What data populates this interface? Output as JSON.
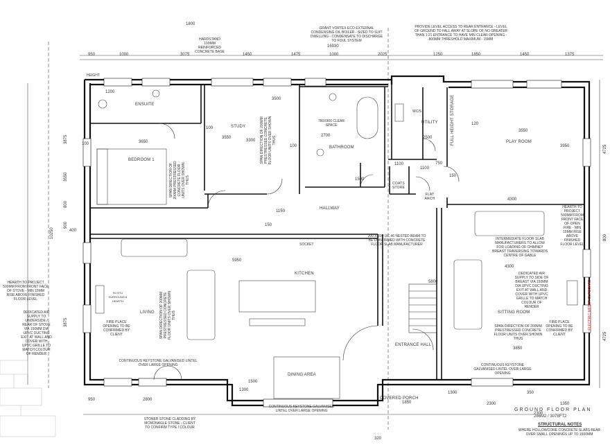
{
  "plan": {
    "title": "GROUND FLOOR PLAN",
    "subtitle": "286M2 / 3078FT2",
    "structural_heading": "STRUCTURAL NOTES",
    "structural_text": "WHERE HOLLOWCORE CONCRETE SLABS BEAR OVER SMALL OPENINGS UP TO 1500MM"
  },
  "rooms": {
    "ensuite": "ENSUITE",
    "bedroom": "BEDROOM 1",
    "study": "STUDY",
    "bathroom": "BATHROOM",
    "utility": "UTILITY",
    "full_height_storage": "FULL HEIGHT STORAGE",
    "play_room": "PLAY ROOM",
    "hallway": "HALLWAY",
    "coats_store": "COATS STORE",
    "flat_arch": "FLAT ARCH",
    "kitchen": "KITCHEN",
    "living": "LIVING",
    "dining": "DINING AREA",
    "entrance_hall": "ENTRANCE HALL",
    "sitting_room": "SITTING ROOM",
    "covered_porch": "COVERED PORCH"
  },
  "notes": {
    "boiler": "GRANT VORTEX ECO EXTERNAL CONDENSING OIL BOILER - SIZED TO SUIT DWELLING - CONDENSATE TO DISCHARGE TO FOUL SYSTEM",
    "level_access": "PROVIDE LEVEL ACCESS TO REAR ENTRANCE - LEVEL OF GROUND TO FALL AWAY AT SLOPE OF NO GREATER THAN 1:21 ENTRANCE TO HAVE MIN CLEAR OPENING - 800MM THRESHOLD MAXIMUM - 15MM",
    "hardstand": "HARDSTAND 100MM REINFORCED CONCRETE BASE",
    "clear_space": "780X900 CLEAR SPACE",
    "beam": "200 X 200 UC 46 NESTED BEAM TO BE CONFIRMED WITH CONCRETE FLOOR SLAB MANUFACTURER",
    "hearth_right": "HEARTH TO PROJECT 500MM FROM FRONT FACE OF OPEN FIRE - MIN 15MM RISE ABOVE FINISHED FLOOR LEVEL",
    "hearth_left": "HEARTH TO PROJECT 500MM FROM FRONT FACE OF STOVE - MIN 15MM RISE ABOVE FINISHED FLOOR LEVEL",
    "intermediate_slab": "INTERMEDIATE FLOOR SLAB MANUFACTURERS TO ALLOW FOR LOADING OF CHIMNEY BREAST TRAVERSING TOWARDS CENTRE OF GABLE",
    "air_supply_right": "DEDICATED AIR SUPPLY TO SIDE OF BREAST VIA 150MM DIA UPVC DUCTING EXIT AT WALL AND COVER WITH UPVC GRILLE TO MATCH COLOUR OF RENDER",
    "air_supply_left": "DEDICATED AIR SUPPLY TO UNDERSIDE / REAR OF STOVE VIA 150MM DIA UPVC DUCTING EXIT AT WALL AND COVER WITH UPVC GRILLE TO MATCH COLOUR OF RENDER",
    "fireplace_left": "FIRE PLACE OPENING TO BE CONFIRMED BY CLIENT",
    "fireplace_right": "FIRE PLACE OPENING TO BE CONFIRMED BY CLIENT",
    "lintel_left": "CONTINUOUS KEYSTONE GALVANISED LINTEL OVER LARGE OPENING",
    "lintel_center": "CONTINUOUS KEYSTONE GALVANISED LINTEL OVER LARGE OPENING",
    "lintel_right": "CONTINUOUS KEYSTONE GALVANISED LINTEL OVER LARGE OPENING",
    "span_bedroom": "SPAN DIRECTION OF 200MM PRESTRESSED CONCRETE FLOOR UNITS OVER SHOWN THUS",
    "span_study": "SPAN DIRECTION OF 200MM PRESTRESSED CONCRETE FLOOR UNITS OVER SHOWN THUS",
    "span_living": "SPAN DIRECTION OF 200MM PRESTRESSED CONCRETE FLOOR UNITS OVER SHOWN THUS",
    "span_sitting": "SPAN DIRECTION OF 200MM PRESTRESSED CONCRETE FLOOR UNITS OVER SHOWN THUS",
    "stone_cladding": "STONER STONE CLADDING BY MCMONAGLE STONE - CLIENT TO CONFIRM TYPE / COLOUR",
    "meter_cupboard": "ELECTRIC METER CUPBOARD",
    "surround": "IN-SITU SURROUND & HEARTH"
  },
  "tags": {
    "height": "HEIGHT",
    "wc": "WC/S",
    "socket": "SOCKET"
  },
  "dims": {
    "top1": "1800",
    "top_950": "950",
    "top_1000": "1000",
    "top_3075": "3075",
    "top_1450": "1450",
    "top_1475": "1475",
    "top_1000b": "1000",
    "top_2025": "2025",
    "top_16930": "16930",
    "top_1250": "1250",
    "top_1850": "1850",
    "top_1450b": "1450",
    "top_1375": "1375",
    "d1200": "1200",
    "d100a": "100",
    "d3500": "3500",
    "d3550": "3550",
    "d3300": "3300",
    "d100b": "100",
    "d100c": "100",
    "d3650": "3650",
    "d2700": "2700",
    "d1500": "1500",
    "d1100a": "1100",
    "d1100b": "1100",
    "d750": "750",
    "d2500": "2500",
    "d120": "120",
    "d3550b": "3550",
    "d3950": "3950",
    "d4300": "4300",
    "d1150": "1150",
    "d150a": "150",
    "d150b": "150",
    "d5950": "5950",
    "d4300b": "4300",
    "d5800": "5800",
    "d1500b": "1500",
    "d3850": "3850",
    "d400": "400",
    "d950": "950",
    "d2800": "2800",
    "d1300": "1300",
    "d1850": "1850",
    "d1300b": "1300",
    "d1350": "1350",
    "d2300": "2300",
    "d350": "350",
    "d2300b": "2300",
    "left_3875": "3875",
    "left_3550": "3550",
    "left_800": "800",
    "left_900": "900",
    "left_10250": "10250",
    "left_3875b": "3875",
    "right_4725": "4725",
    "right_800": "800",
    "right_4725b": "4725",
    "bot_320": "320"
  }
}
